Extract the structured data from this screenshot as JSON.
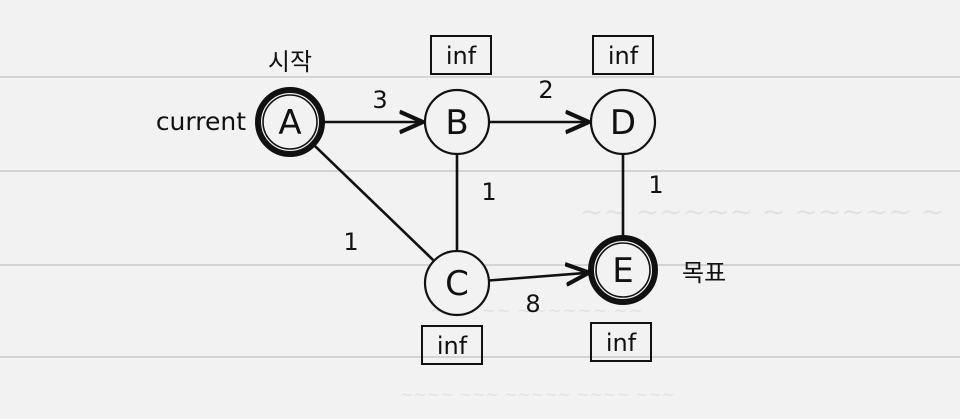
{
  "nodes": [
    {
      "id": "A",
      "label": "A",
      "bold": true,
      "tag": "시작",
      "left_note": "current"
    },
    {
      "id": "B",
      "label": "B",
      "bold": false,
      "dist": "inf"
    },
    {
      "id": "D",
      "label": "D",
      "bold": false,
      "dist": "inf"
    },
    {
      "id": "C",
      "label": "C",
      "bold": false,
      "dist": "inf"
    },
    {
      "id": "E",
      "label": "E",
      "bold": true,
      "dist": "inf",
      "tag": "목표"
    }
  ],
  "edges": [
    {
      "from": "A",
      "to": "B",
      "weight": "3",
      "arrow": true
    },
    {
      "from": "B",
      "to": "D",
      "weight": "2",
      "arrow": true
    },
    {
      "from": "D",
      "to": "E",
      "weight": "1",
      "arrow": false
    },
    {
      "from": "B",
      "to": "C",
      "weight": "1",
      "arrow": false
    },
    {
      "from": "A",
      "to": "C",
      "weight": "1",
      "arrow": false
    },
    {
      "from": "C",
      "to": "E",
      "weight": "8",
      "arrow": true
    }
  ],
  "colors": {
    "ink": "#111111",
    "paper": "#f3f2f3",
    "rule": "#d6d3d8"
  }
}
